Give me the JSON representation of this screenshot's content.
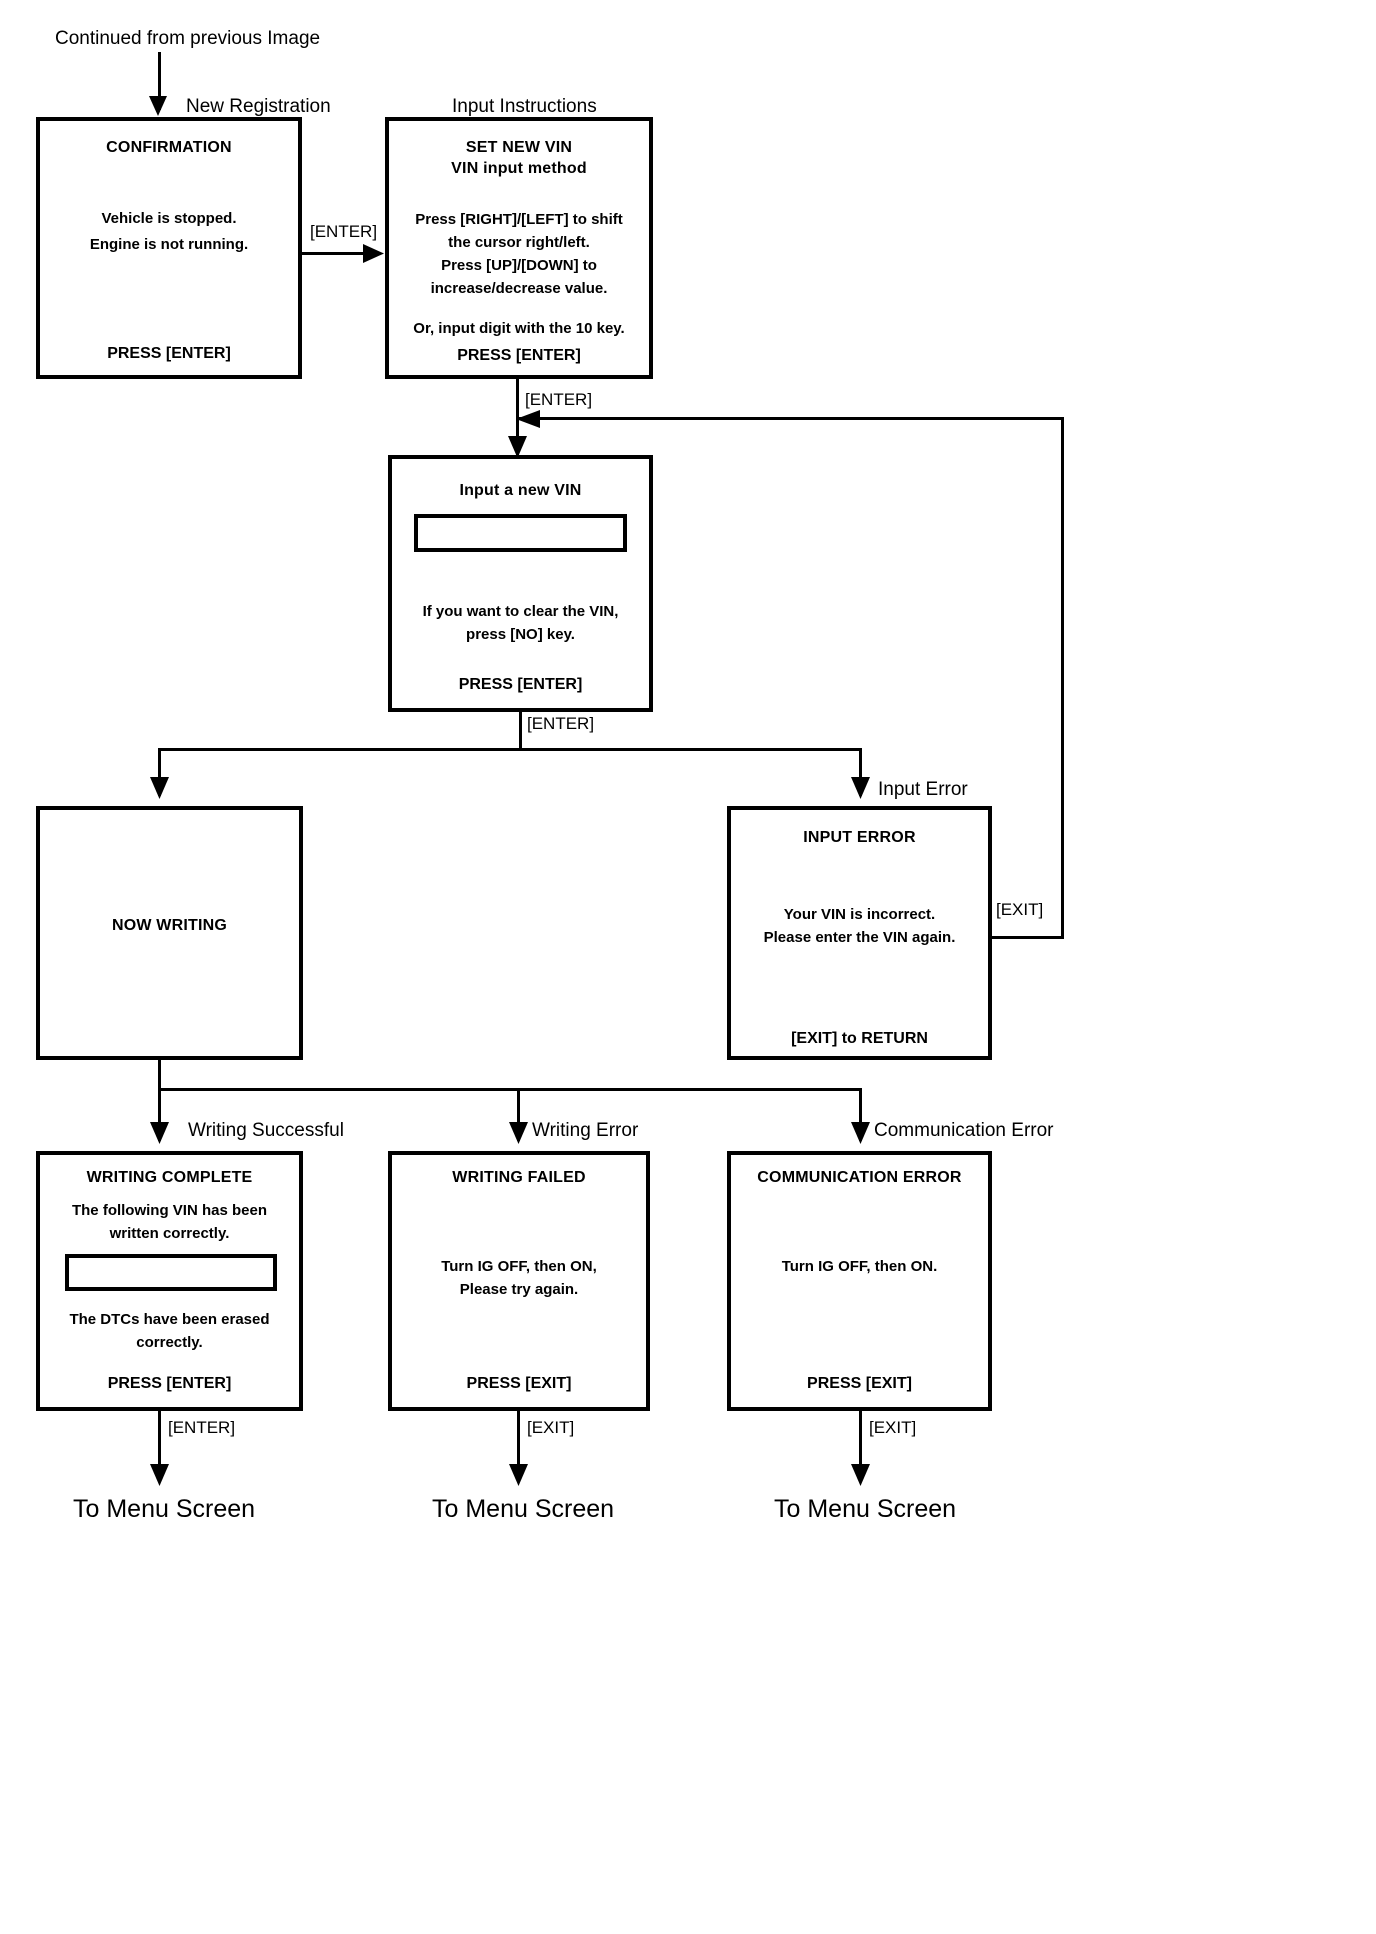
{
  "diagram": {
    "title_note": "Continued from previous Image",
    "type": "flowchart",
    "nodes": [
      {
        "id": "confirmation",
        "caption": "New Registration",
        "title": "CONFIRMATION",
        "lines": [
          "Vehicle is stopped.",
          "Engine is not running."
        ],
        "footer": "PRESS [ENTER]"
      },
      {
        "id": "input-instructions",
        "caption": "Input Instructions",
        "title": "SET NEW VIN",
        "subtitle": "VIN input method",
        "lines": [
          "Press [RIGHT]/[LEFT] to shift",
          "the cursor right/left.",
          "Press [UP]/[DOWN] to",
          "increase/decrease value."
        ],
        "extra": "Or, input digit with the 10 key.",
        "footer": "PRESS [ENTER]"
      },
      {
        "id": "input-new-vin",
        "caption": "",
        "title": "Input a new VIN",
        "has_vin_field": true,
        "lines": [
          "If you want to clear the VIN,",
          "press [NO] key."
        ],
        "footer": "PRESS [ENTER]"
      },
      {
        "id": "now-writing",
        "caption": "",
        "title": "NOW WRITING",
        "lines": [],
        "footer": ""
      },
      {
        "id": "input-error",
        "caption": "Input Error",
        "title": "INPUT ERROR",
        "lines": [
          "Your VIN is incorrect.",
          "Please enter the VIN again."
        ],
        "footer": "[EXIT] to RETURN"
      },
      {
        "id": "writing-complete",
        "caption": "Writing Successful",
        "title": "WRITING COMPLETE",
        "lines": [
          "The following VIN has been",
          "written correctly."
        ],
        "has_vin_field": true,
        "lines2": [
          "The DTCs have been erased",
          "correctly."
        ],
        "footer": "PRESS [ENTER]"
      },
      {
        "id": "writing-failed",
        "caption": "Writing Error",
        "title": "WRITING FAILED",
        "lines": [
          "Turn IG OFF, then ON,",
          "Please try again."
        ],
        "footer": "PRESS [EXIT]"
      },
      {
        "id": "communication-error",
        "caption": "Communication Error",
        "title": "COMMUNICATION ERROR",
        "lines": [
          "Turn IG OFF, then ON."
        ],
        "footer": "PRESS [EXIT]"
      }
    ],
    "edge_labels": {
      "confirmation_to_instructions": "[ENTER]",
      "instructions_to_input": "[ENTER]",
      "input_to_branch": "[ENTER]",
      "error_return": "[EXIT]",
      "complete_exit": "[ENTER]",
      "failed_exit": "[EXIT]",
      "comm_exit": "[EXIT]"
    },
    "terminals": [
      {
        "id": "terminal-1",
        "label": "To Menu Screen"
      },
      {
        "id": "terminal-2",
        "label": "To Menu Screen"
      },
      {
        "id": "terminal-3",
        "label": "To Menu Screen"
      }
    ],
    "colors": {
      "stroke": "#000000",
      "background": "#ffffff"
    }
  }
}
